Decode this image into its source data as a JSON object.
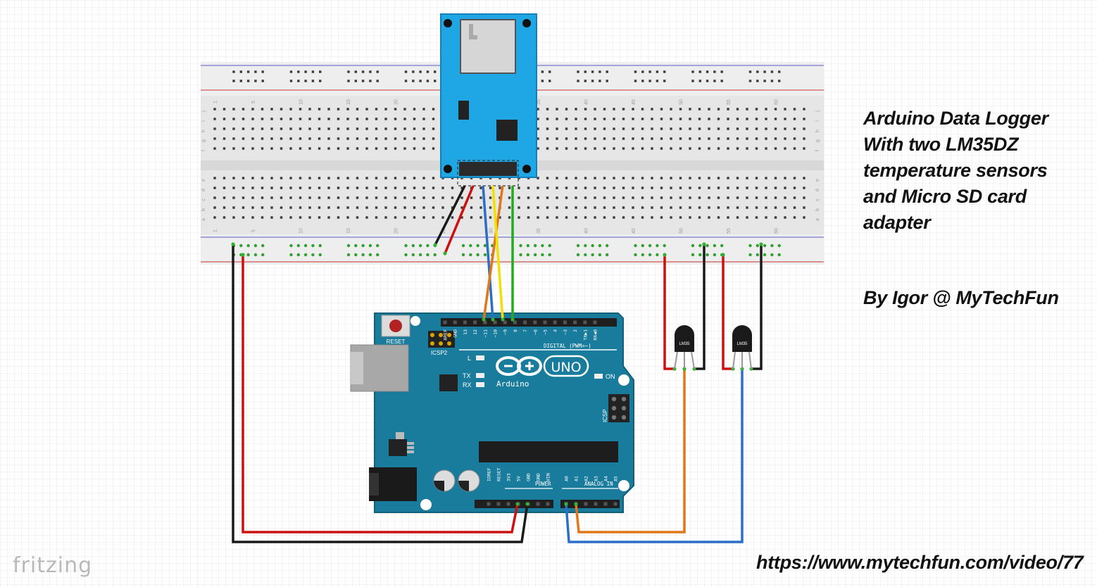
{
  "caption": {
    "lines": [
      "Arduino Data Logger",
      "With two LM35DZ",
      "temperature sensors",
      "and Micro SD card",
      "adapter"
    ],
    "author": "By Igor @ MyTechFun",
    "url": "https://www.mytechfun.com/video/77"
  },
  "app_watermark": "fritzing",
  "breadboard": {
    "column_numbers": [
      "1",
      "5",
      "10",
      "15",
      "20",
      "25",
      "30",
      "35",
      "40",
      "45",
      "50",
      "55",
      "60"
    ],
    "row_letters_top": [
      "j",
      "i",
      "h",
      "g",
      "f"
    ],
    "row_letters_bottom": [
      "e",
      "d",
      "c",
      "b",
      "a"
    ]
  },
  "arduino": {
    "reset_label": "RESET",
    "icsp2_label": "ICSP2",
    "icsp_label": "ICSP",
    "brand": "Arduino",
    "model": "UNO",
    "digital_label": "DIGITAL (PWM=~)",
    "power_label": "POWER",
    "analog_label": "ANALOG IN",
    "led_l": "L",
    "led_tx": "TX",
    "led_rx": "RX",
    "led_on": "ON",
    "digital_pins": [
      "AREF",
      "GND",
      "13",
      "12",
      "~11",
      "~10",
      "~9",
      "8",
      "7",
      "~6",
      "~5",
      "4",
      "~3",
      "2",
      "TX▶1",
      "RX◀0"
    ],
    "power_pins": [
      "IOREF",
      "RESET",
      "3V3",
      "5V",
      "GND",
      "GND",
      "VIN"
    ],
    "analog_pins": [
      "A0",
      "A1",
      "A2",
      "A3",
      "A4",
      "A5"
    ]
  },
  "sensors": [
    {
      "label": "LM35"
    },
    {
      "label": "LM35"
    }
  ],
  "colors": {
    "sd_module": "#1ea7e4",
    "arduino_board": "#1a7c9c",
    "wire_red": "#cc1010",
    "wire_black": "#1a1a1a",
    "wire_orange": "#e07818",
    "wire_blue": "#2a6ec8",
    "wire_yellow": "#f2e000",
    "wire_green": "#22aa22"
  }
}
